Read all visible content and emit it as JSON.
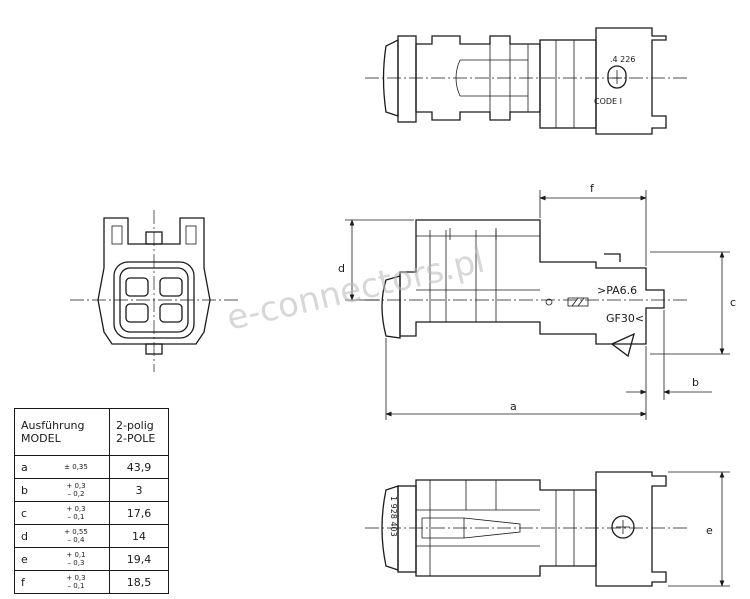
{
  "watermark": "e-connectors.pl",
  "labels": {
    "code_number": ".4 226",
    "code_text": "CODE I",
    "material_top": ">PA6.6",
    "material_bottom": "GF30<",
    "side_mark": "1 928 403",
    "dim_a": "a",
    "dim_b": "b",
    "dim_c": "c",
    "dim_d": "d",
    "dim_e": "e",
    "dim_f": "f"
  },
  "table": {
    "header_1_line1": "Ausführung",
    "header_1_line2": "MODEL",
    "header_2_line1": "2-polig",
    "header_2_line2": "2-POLE",
    "rows": [
      {
        "letter": "a",
        "tol_plus": "± 0,35",
        "tol_minus": "",
        "value": "43,9"
      },
      {
        "letter": "b",
        "tol_plus": "+ 0,3",
        "tol_minus": "– 0,2",
        "value": "3"
      },
      {
        "letter": "c",
        "tol_plus": "+ 0,3",
        "tol_minus": "– 0,1",
        "value": "17,6"
      },
      {
        "letter": "d",
        "tol_plus": "+ 0,55",
        "tol_minus": "– 0,4",
        "value": "14"
      },
      {
        "letter": "e",
        "tol_plus": "+ 0,1",
        "tol_minus": "– 0,3",
        "value": "19,4"
      },
      {
        "letter": "f",
        "tol_plus": "+ 0,3",
        "tol_minus": "– 0,1",
        "value": "18,5"
      }
    ]
  }
}
